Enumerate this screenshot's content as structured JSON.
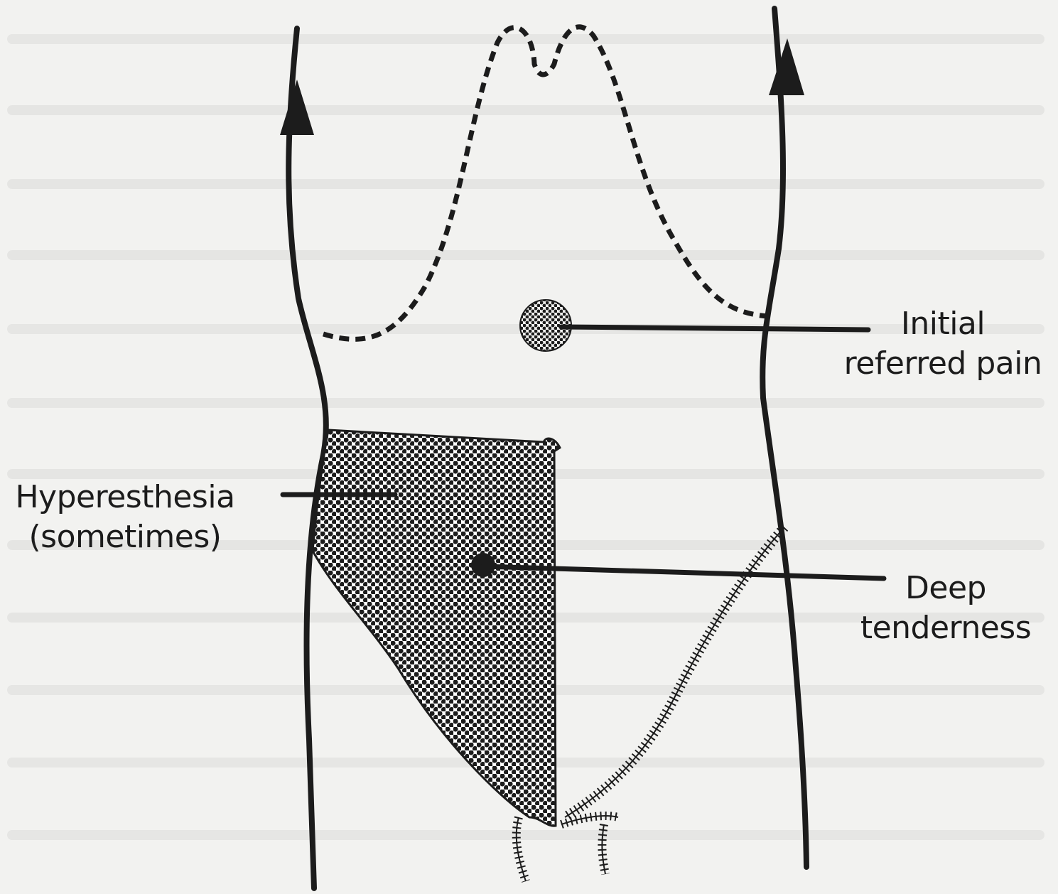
{
  "labels": {
    "initial_referred_pain": [
      "Initial",
      "referred pain"
    ],
    "hyperesthesia": [
      "Hyperesthesia",
      "(sometimes)"
    ],
    "deep_tenderness": [
      "Deep",
      "tenderness"
    ]
  },
  "colors": {
    "ink": "#1c1c1c",
    "paper": "#f2f2f0",
    "bleed_through": "#dcdcda"
  }
}
